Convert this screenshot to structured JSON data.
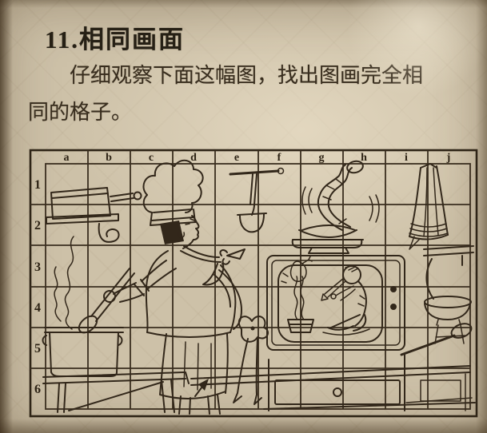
{
  "page": {
    "kind": "scanned puzzle book page",
    "title": "11.相同画面",
    "instructions": "仔细观察下面这幅图，找出图画完全相同的格子。"
  },
  "colors": {
    "paper": "#cdc1a8",
    "ink": "#32271a",
    "title_ink": "#262015"
  },
  "puzzle": {
    "grid": "10 columns x 6 rows",
    "columns": [
      "a",
      "b",
      "c",
      "d",
      "e",
      "f",
      "g",
      "h",
      "i",
      "j"
    ],
    "rows": [
      "1",
      "2",
      "3",
      "4",
      "5",
      "6"
    ],
    "scene_items": [
      "wall shelf with pan and long handle",
      "cup hook under shelf",
      "steam rising from pot",
      "pot on kitchen table",
      "chef in toque stirring with long spoon",
      "neckerchief and apron with back bow",
      "hanging bar with ladle",
      "eel rising from covered dish with motion arcs",
      "television showing cobra and flute player",
      "two TV knobs",
      "hanging towel",
      "basin on stool",
      "large spoon",
      "cabinet with drawer and round knob",
      "small annotation arrow"
    ]
  }
}
